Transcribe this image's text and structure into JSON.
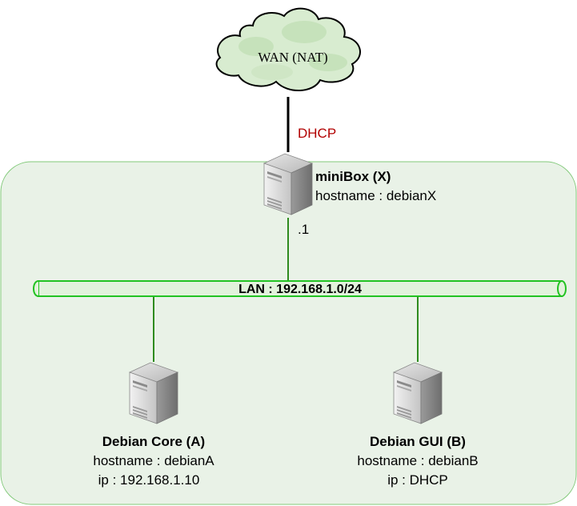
{
  "wan": {
    "label": "WAN (NAT)"
  },
  "uplink": {
    "label": "DHCP",
    "color": "#b20000"
  },
  "router": {
    "title": "miniBox (X)",
    "hostname": "hostname : debianX",
    "lan_ip_suffix": ".1"
  },
  "lan": {
    "label": "LAN : 192.168.1.0/24"
  },
  "hosts": [
    {
      "title": "Debian Core (A)",
      "hostname": "hostname : debianA",
      "ip": "ip : 192.168.1.10"
    },
    {
      "title": "Debian GUI (B)",
      "hostname": "hostname : debianB",
      "ip": "ip : DHCP"
    }
  ],
  "colors": {
    "zone_fill": "#e9f2e7",
    "zone_stroke": "#82c97a",
    "bus_stroke": "#22c322",
    "link": "#2e8b1e",
    "wan_link": "#000000"
  }
}
